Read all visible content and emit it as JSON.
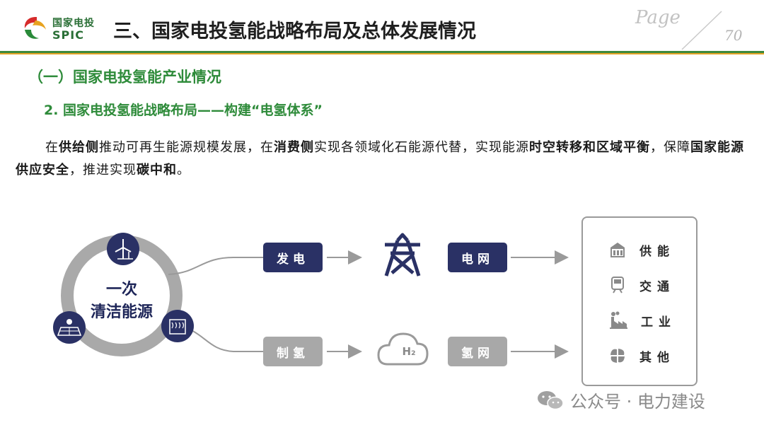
{
  "logo": {
    "cn": "国家电投",
    "en": "SPIC"
  },
  "header": {
    "title": "三、国家电投氢能战略布局及总体发展情况",
    "page_word": "Page",
    "page_number": "70"
  },
  "section": {
    "title": "（一）国家电投氢能产业情况",
    "subtitle": "2. 国家电投氢能战略布局——构建“电氢体系”"
  },
  "paragraph": {
    "p1": "在",
    "b1": "供给侧",
    "p2": "推动可再生能源规模发展，在",
    "b2": "消费侧",
    "p3": "实现各领域化石能源代替，实现能源",
    "b3": "时空转移和区域平衡",
    "p4": "，保障",
    "b4": "国家能源供应安全",
    "p5": "，推进实现",
    "b5": "碳中和",
    "p6": "。"
  },
  "diagram": {
    "ring_line1": "一次",
    "ring_line2": "清洁能源",
    "top_pill": "发电",
    "grid_pill": "电网",
    "bottom_pill": "制氢",
    "h2_pill": "氢网",
    "h2_icon_text": "H₂",
    "uses": [
      "供能",
      "交通",
      "工业",
      "其他"
    ]
  },
  "watermark": "公众号 · 电力建设",
  "colors": {
    "navy": "#2a3165",
    "green": "#2e8b3a",
    "orange": "#e3a225",
    "gray": "#a8a8a8"
  }
}
